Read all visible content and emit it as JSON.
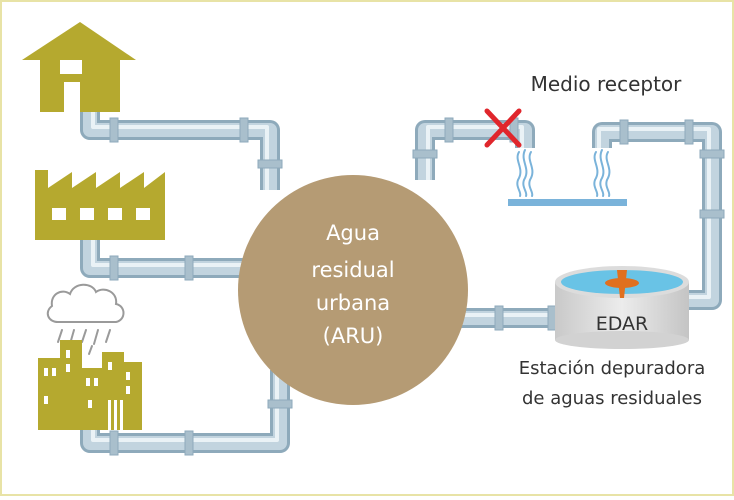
{
  "center": {
    "line1": "Agua",
    "line2": "residual",
    "line3": "urbana",
    "line4": "(ARU)"
  },
  "receptor_label": "Medio receptor",
  "edar": {
    "label": "EDAR",
    "caption_line1": "Estación depuradora",
    "caption_line2": "de aguas residuales"
  },
  "sources": [
    "house-icon",
    "factory-icon",
    "city-rain-icon"
  ],
  "blocked_marker": "cross-icon",
  "colors": {
    "frame": "#e8e3a6",
    "olive": "#b5a92f",
    "circle": "#b59b74",
    "pipe": "#b8ccd8",
    "pipe_light": "#dde8ef",
    "pipe_dark": "#8eaabb",
    "cross": "#e0262c",
    "water": "#7ab3da",
    "basin_water": "#69c3e6",
    "rotor": "#e0701f",
    "tank": "#dcdcdc"
  }
}
